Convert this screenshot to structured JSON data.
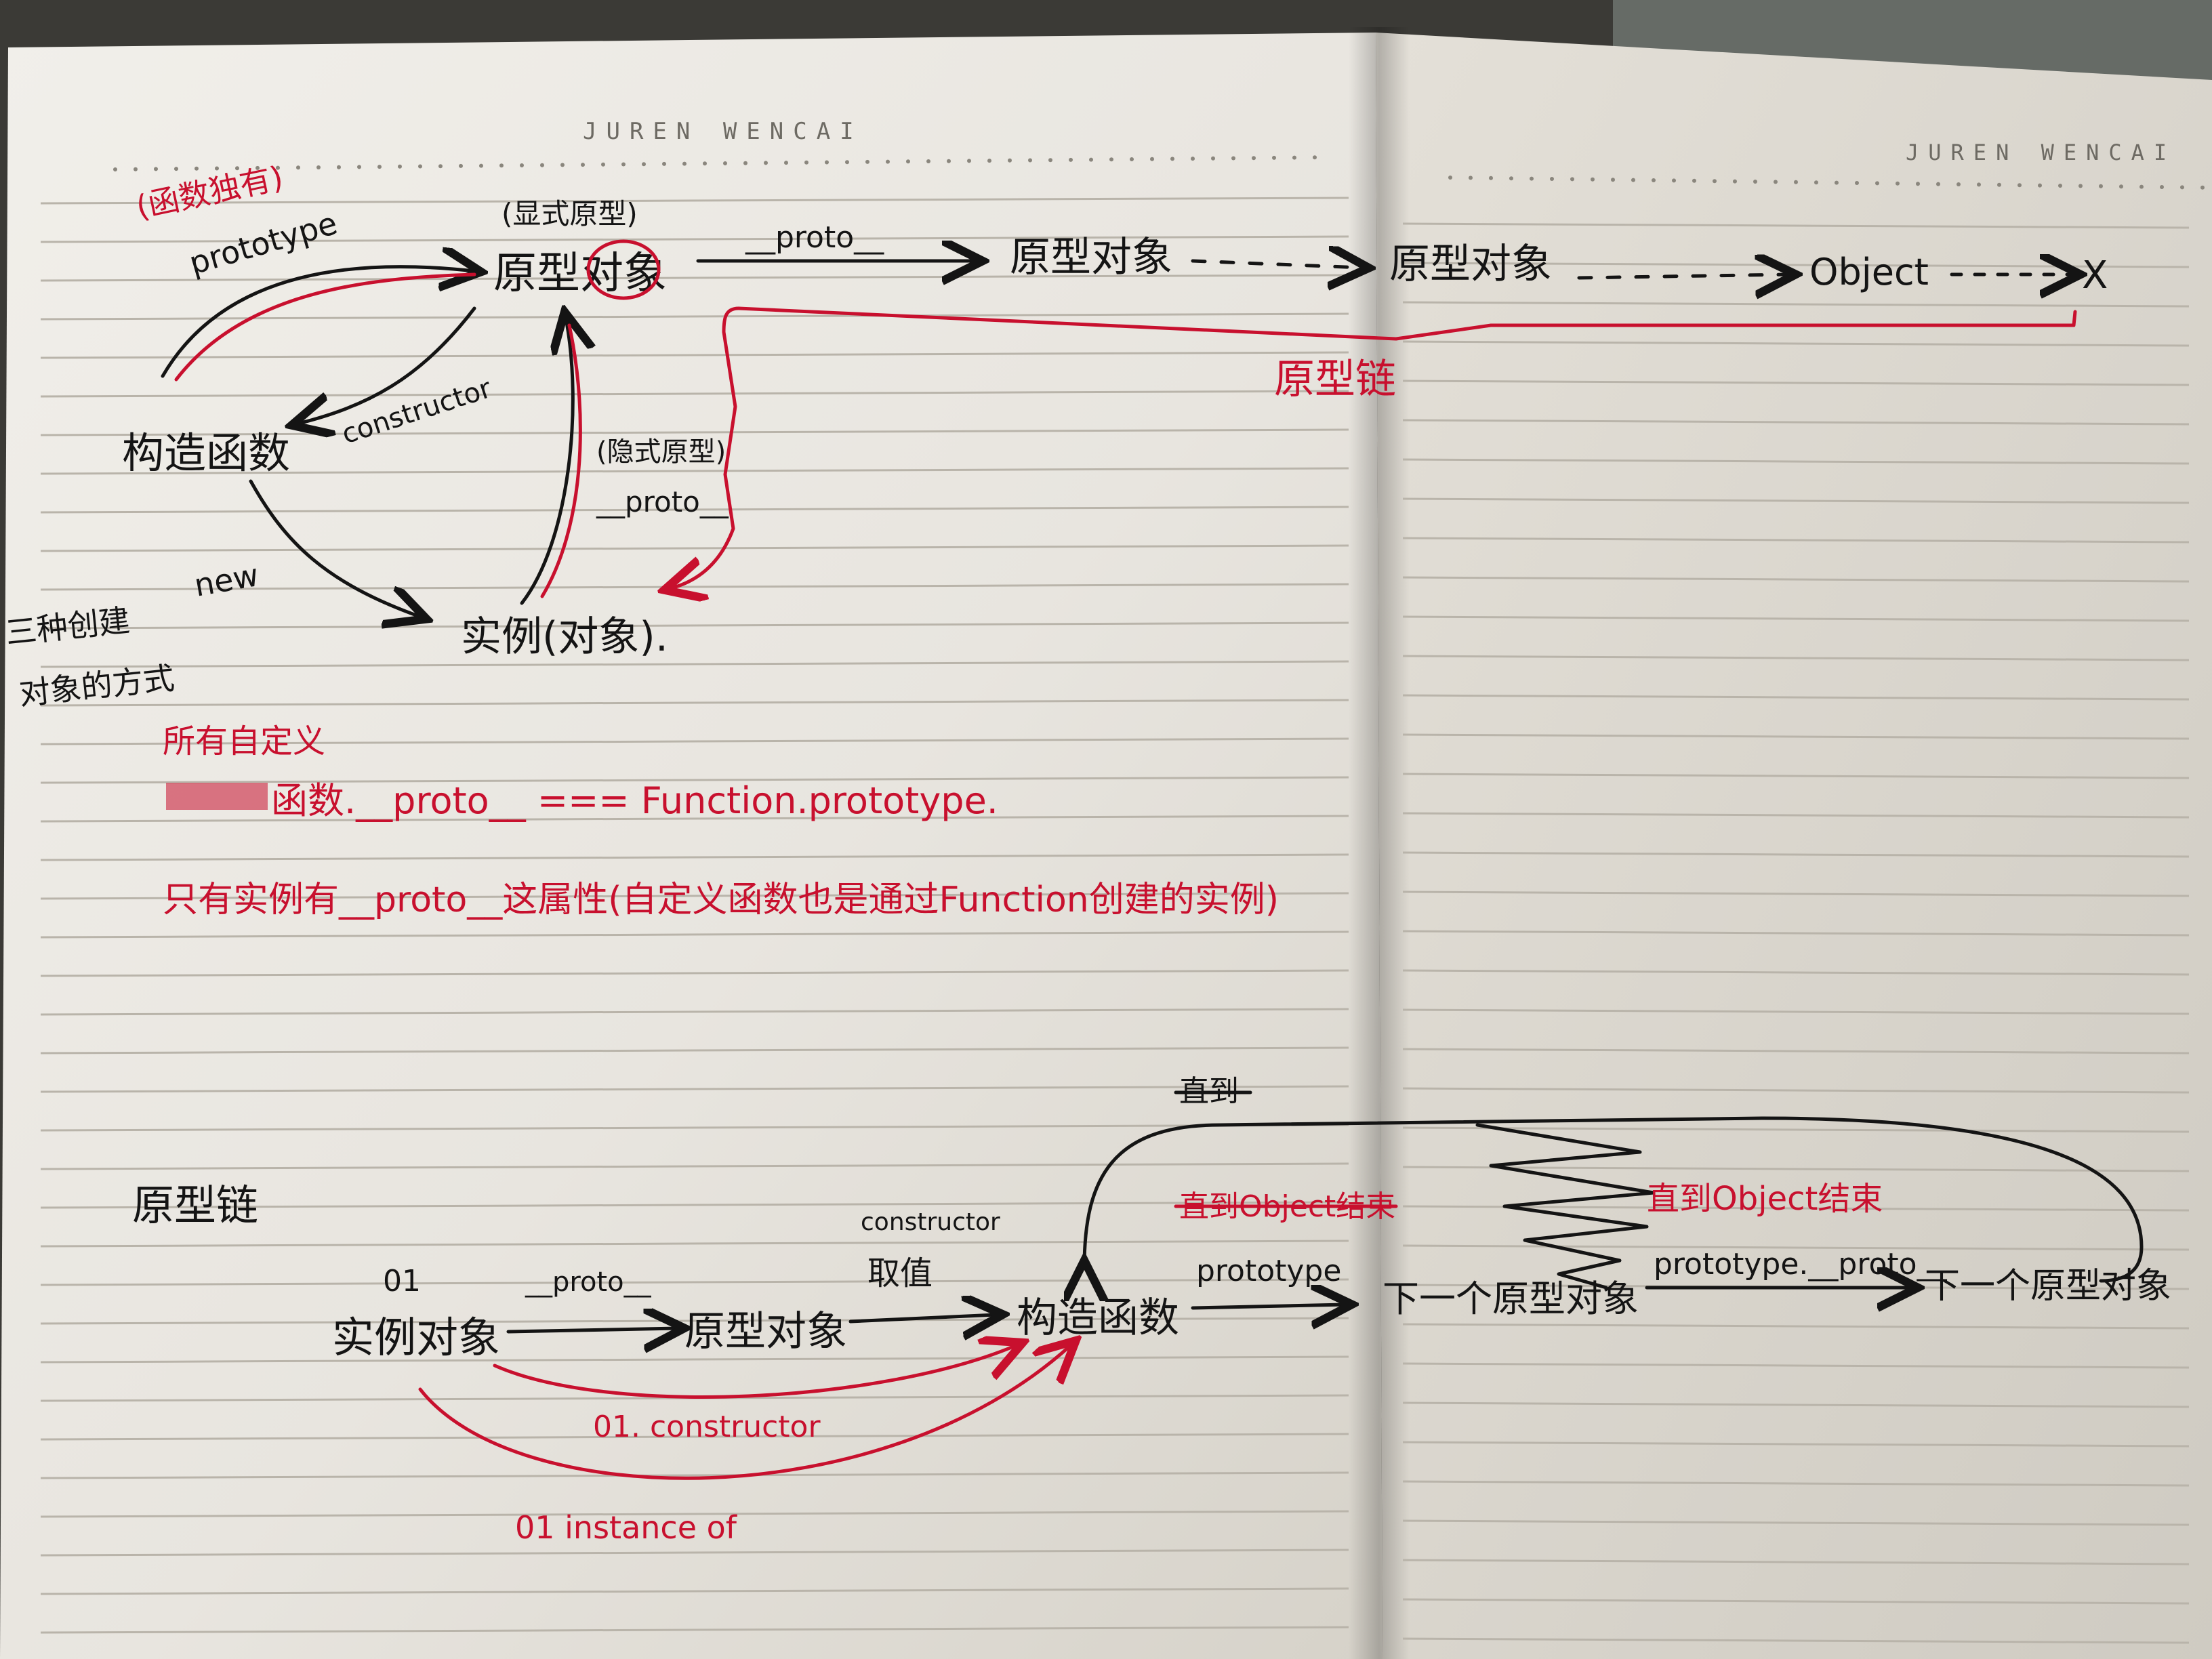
{
  "header": {
    "left_page_brand": "JUREN WENCAI",
    "right_page_brand": "JUREN WENCAI"
  },
  "colors": {
    "paper_left": "#e9e6e0",
    "paper_right": "#dedad2",
    "ink_black": "#141414",
    "ink_red": "#c8102e",
    "background": "#3b3a36"
  },
  "top_diagram": {
    "title_red": "(函数独有)",
    "prototype_label": "prototype",
    "explicit_proto_note": "(显式原型)",
    "prototype_object": "原型对象",
    "proto_arrow_label": "__proto__",
    "chain_node_1": "原型对象",
    "chain_node_2": "原型对象",
    "chain_node_3": "Object",
    "chain_end": "X",
    "chain_label_red": "原型链",
    "constructor_label": "constructor",
    "constructor_function": "构造函数",
    "implicit_proto_note": "(隐式原型)",
    "implicit_proto_label": "__proto__",
    "new_label": "new",
    "instance_label": "实例(对象).",
    "side_note_line1": "三种创建",
    "side_note_line2": "对象的方式"
  },
  "red_notes": {
    "heading": "所有自定义",
    "line1": "函数.__proto__ === Function.prototype.",
    "line2": "只有实例有__proto__这属性(自定义函数也是通过Function创建的实例)"
  },
  "bottom_diagram": {
    "title": "原型链",
    "o1_label": "01",
    "instance_object": "实例对象",
    "proto_label": "__proto__",
    "prototype_object": "原型对象",
    "constructor_note": "constructor",
    "get_value_note": "取值",
    "constructor_function": "构造函数",
    "o1_constructor": "01. constructor",
    "o1_instanceof": "01  instance  of",
    "strike_note_1": "直到",
    "strike_note_2": "直到Object结束",
    "prototype_label": "prototype",
    "next_proto_1": "下一个原型对象",
    "chain_label": "prototype.__proto__",
    "next_proto_2": "下一个原型对象",
    "until_object_end": "直到Object结束"
  }
}
